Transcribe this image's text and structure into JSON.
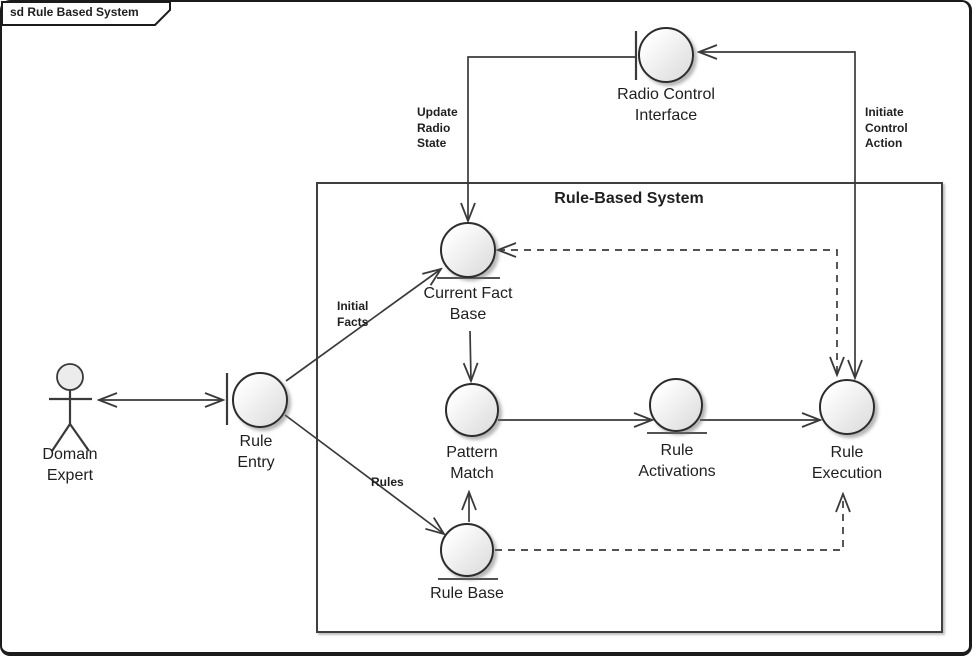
{
  "frame": {
    "label": "sd Rule Based System"
  },
  "system_box": {
    "title": "Rule-Based System"
  },
  "actor": {
    "label": "Domain\nExpert"
  },
  "nodes": {
    "radio_control_interface": {
      "label": "Radio Control\nInterface",
      "type": "boundary"
    },
    "rule_entry": {
      "label": "Rule\nEntry",
      "type": "boundary"
    },
    "current_fact_base": {
      "label": "Current Fact\nBase",
      "type": "entity"
    },
    "pattern_match": {
      "label": "Pattern\nMatch",
      "type": "process"
    },
    "rule_activations": {
      "label": "Rule\nActivations",
      "type": "entity"
    },
    "rule_execution": {
      "label": "Rule\nExecution",
      "type": "process"
    },
    "rule_base": {
      "label": "Rule Base",
      "type": "entity"
    }
  },
  "edge_labels": {
    "update_radio_state": "Update\nRadio\nState",
    "initiate_control_action": "Initiate\nControl\nAction",
    "initial_facts": "Initial\nFacts",
    "rules": "Rules"
  },
  "colors": {
    "line": "#3a3a3a",
    "text": "#1f1f1f",
    "background": "#ffffff",
    "node_fill_start": "#ffffff",
    "node_fill_end": "#dedede"
  }
}
